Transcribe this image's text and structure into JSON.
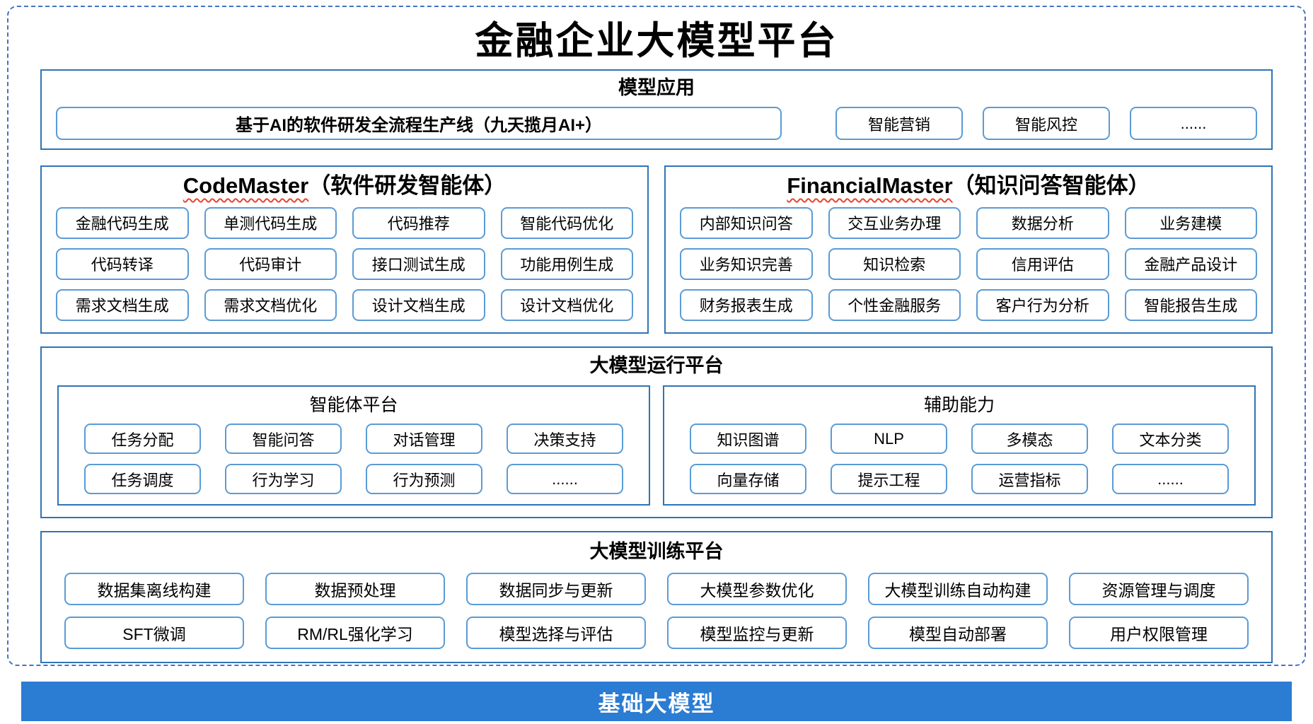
{
  "title": "金融企业大模型平台",
  "colors": {
    "frame_dashed_blue": "#4472C4",
    "section_border_blue": "#2E75B6",
    "item_border_blue": "#5B9BD5",
    "base_bar_blue": "#2B7CD3",
    "squiggle_red": "#E8442E"
  },
  "sections": {
    "model_app": {
      "header": "模型应用",
      "pipeline": "基于AI的软件研发全流程生产线（九天揽月AI+）",
      "items": [
        "智能营销",
        "智能风控",
        "......"
      ]
    },
    "code_master": {
      "name": "CodeMaster",
      "suffix": "（软件研发智能体）",
      "items": [
        "金融代码生成",
        "单测代码生成",
        "代码推荐",
        "智能代码优化",
        "代码转译",
        "代码审计",
        "接口测试生成",
        "功能用例生成",
        "需求文档生成",
        "需求文档优化",
        "设计文档生成",
        "设计文档优化"
      ]
    },
    "financial_master": {
      "name": "FinancialMaster",
      "suffix": "（知识问答智能体）",
      "items": [
        "内部知识问答",
        "交互业务办理",
        "数据分析",
        "业务建模",
        "业务知识完善",
        "知识检索",
        "信用评估",
        "金融产品设计",
        "财务报表生成",
        "个性金融服务",
        "客户行为分析",
        "智能报告生成"
      ]
    },
    "run_platform": {
      "header": "大模型运行平台",
      "agent_platform": {
        "header": "智能体平台",
        "items": [
          "任务分配",
          "智能问答",
          "对话管理",
          "决策支持",
          "任务调度",
          "行为学习",
          "行为预测",
          "......"
        ]
      },
      "auxiliary": {
        "header": "辅助能力",
        "items": [
          "知识图谱",
          "NLP",
          "多模态",
          "文本分类",
          "向量存储",
          "提示工程",
          "运营指标",
          "......"
        ]
      }
    },
    "train_platform": {
      "header": "大模型训练平台",
      "items": [
        "数据集离线构建",
        "数据预处理",
        "数据同步与更新",
        "大模型参数优化",
        "大模型训练自动构建",
        "资源管理与调度",
        "SFT微调",
        "RM/RL强化学习",
        "模型选择与评估",
        "模型监控与更新",
        "模型自动部署",
        "用户权限管理"
      ]
    },
    "base_model": {
      "label": "基础大模型"
    }
  }
}
